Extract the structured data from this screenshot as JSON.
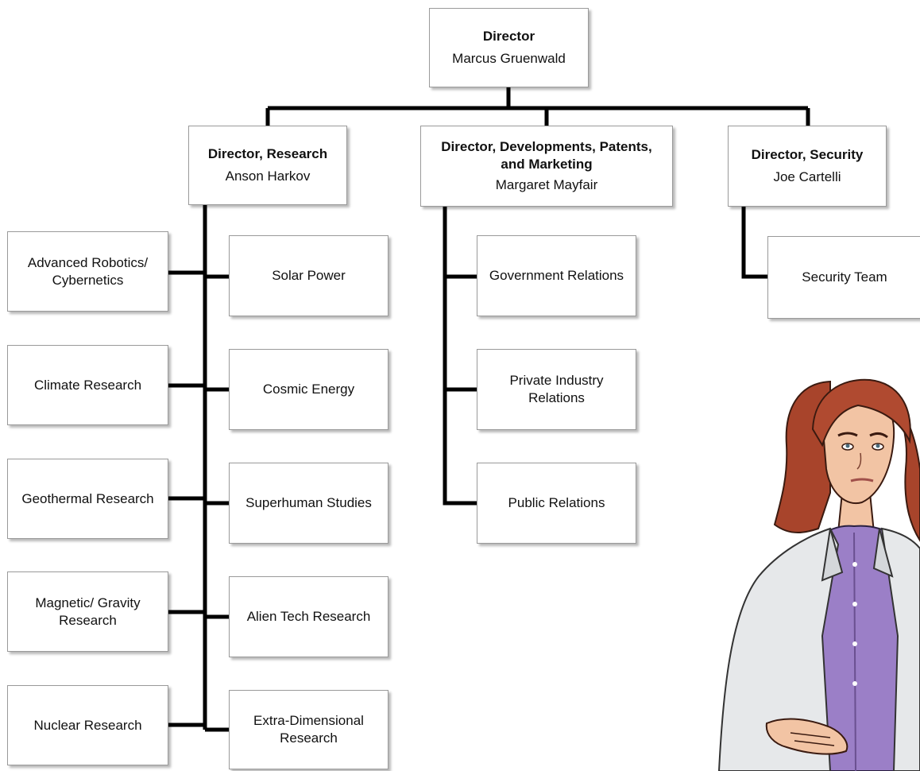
{
  "org": {
    "director": {
      "title": "Director",
      "name": "Marcus Gruenwald"
    },
    "research": {
      "title": "Director, Research",
      "name": "Anson Harkov"
    },
    "developments": {
      "title": "Director,  Developments, Patents, and Marketing",
      "name": "Margaret Mayfair"
    },
    "security": {
      "title": "Director, Security",
      "name": "Joe Cartelli"
    }
  },
  "research_left": [
    "Advanced Robotics/ Cybernetics",
    "Climate Research",
    "Geothermal Research",
    "Magnetic/ Gravity Research",
    "Nuclear Research"
  ],
  "research_right": [
    "Solar Power",
    "Cosmic Energy",
    "Superhuman Studies",
    "Alien Tech Research",
    "Extra-Dimensional Research"
  ],
  "developments_units": [
    "Government Relations",
    "Private Industry Relations",
    "Public Relations"
  ],
  "security_units": [
    "Security Team"
  ],
  "colors": {
    "line": "#000000",
    "box_border": "#9a9a9a",
    "jacket": "#e6e8ea",
    "blouse": "#9b7fc7",
    "hair": "#a8442b",
    "skin": "#f2c4a4"
  }
}
